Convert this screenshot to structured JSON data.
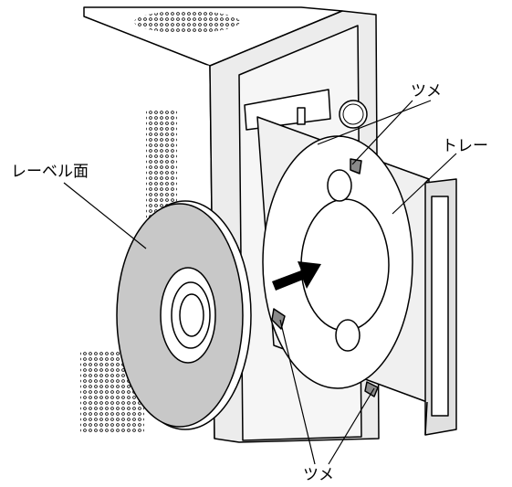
{
  "labels": {
    "label_side": "レーベル面",
    "tray": "トレー",
    "tab_top": "ツメ",
    "tab_bottom": "ツメ"
  },
  "colors": {
    "line": "#000000",
    "disc_label_gray": "#c8c8c8",
    "body_shade": "#e6e6e6",
    "panel_shade": "#dcdcdc",
    "dark_gray": "#8a8a8a",
    "white": "#ffffff"
  }
}
